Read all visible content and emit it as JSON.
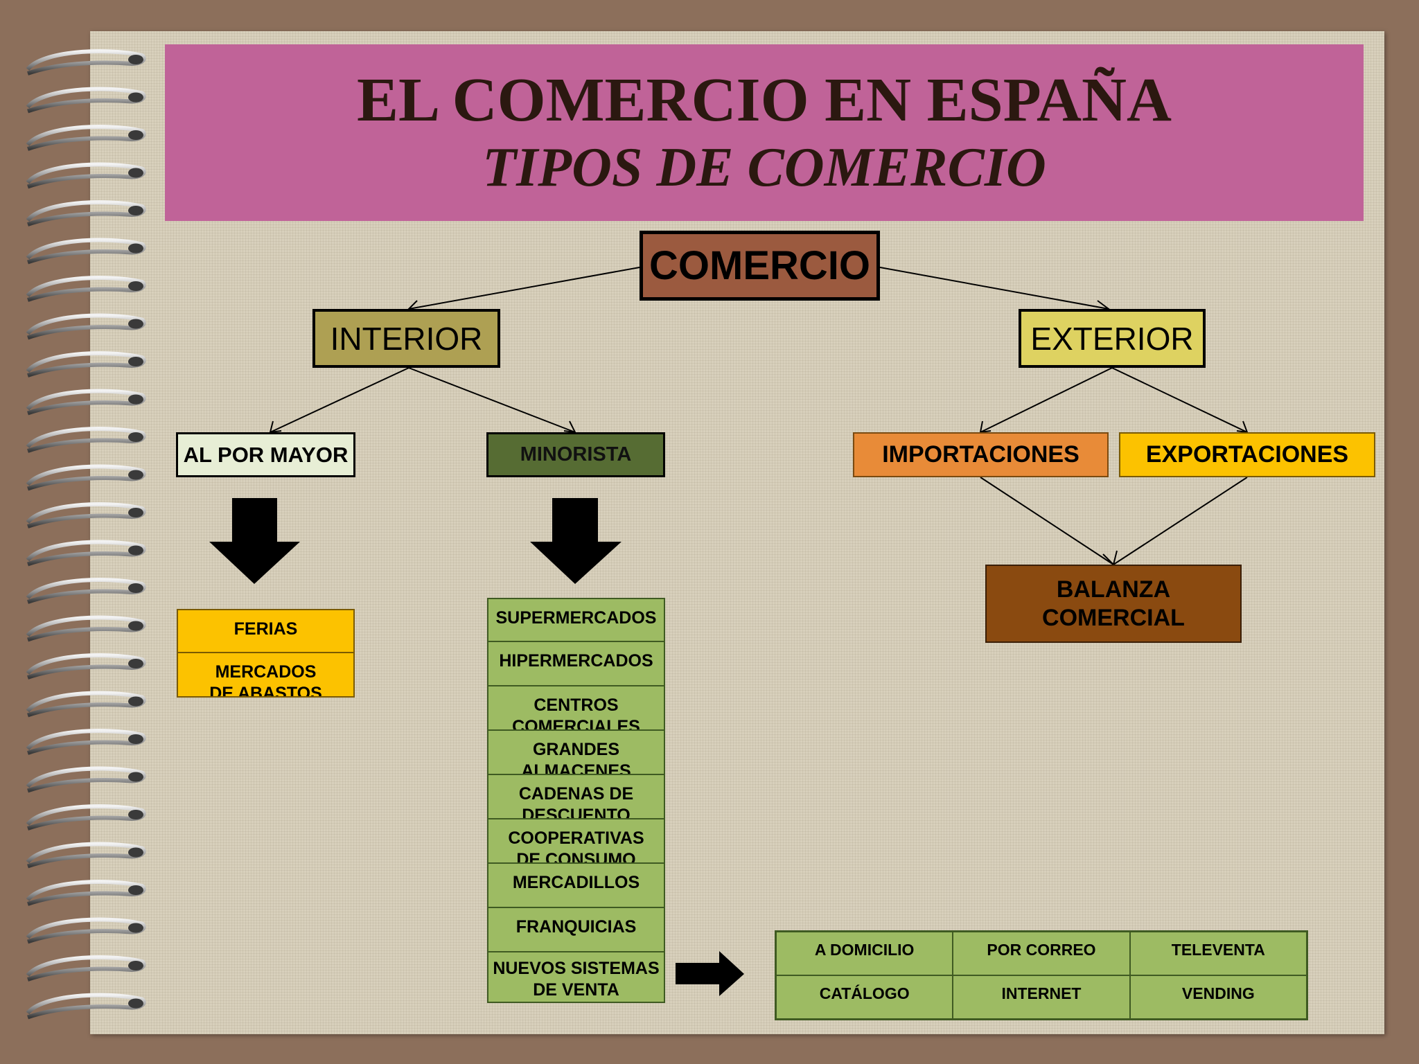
{
  "title": {
    "main": "EL COMERCIO EN ESPAÑA",
    "subtitle": "TIPOS DE COMERCIO"
  },
  "diagram": {
    "root": "COMERCIO",
    "interior": "INTERIOR",
    "exterior": "EXTERIOR",
    "al_por_mayor": "AL POR MAYOR",
    "minorista": "MINORISTA",
    "importaciones": "IMPORTACIONES",
    "exportaciones": "EXPORTACIONES",
    "balanza_line1": "BALANZA",
    "balanza_line2": "COMERCIAL",
    "mayor_items": [
      "FERIAS",
      "MERCADOS\nDE ABASTOS"
    ],
    "minorista_items": [
      "SUPERMERCADOS",
      "HIPERMERCADOS",
      "CENTROS\nCOMERCIALES",
      "GRANDES\nALMACENES",
      "CADENAS DE\nDESCUENTO",
      "COOPERATIVAS\nDE CONSUMO",
      "MERCADILLOS",
      "FRANQUICIAS",
      "NUEVOS SISTEMAS\nDE VENTA"
    ],
    "nuevos_sistemas": [
      "A DOMICILIO",
      "POR CORREO",
      "TELEVENTA",
      "CATÁLOGO",
      "INTERNET",
      "VENDING"
    ]
  },
  "colors": {
    "banner": "#c06398",
    "root": "#9b5a3f",
    "interior": "#aea053",
    "exterior": "#ded261",
    "minorista": "#566c33",
    "importaciones": "#e88b38",
    "exportaciones": "#fcc200",
    "balanza": "#8a4a10",
    "green_cells": "#9dbb63",
    "yellow_cells": "#fcc200"
  }
}
